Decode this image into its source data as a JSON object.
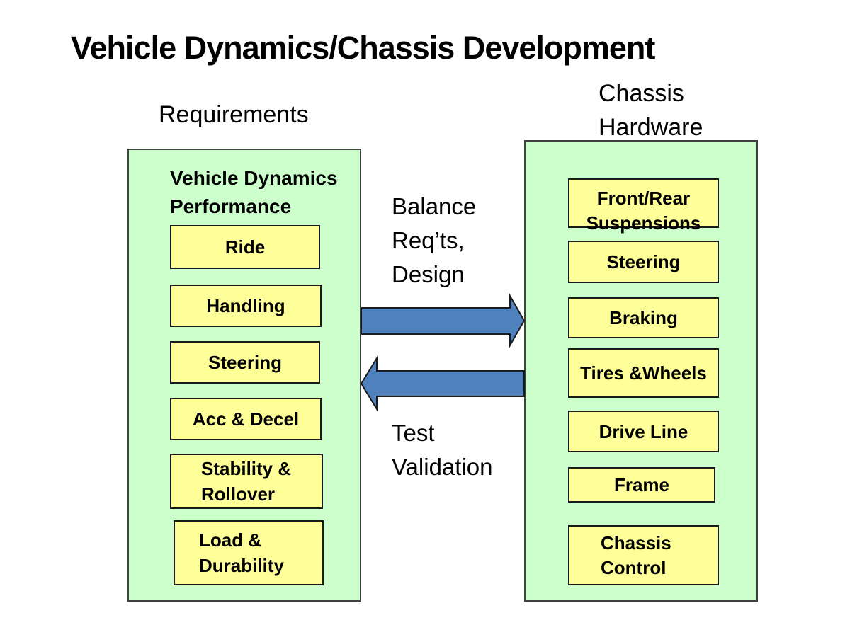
{
  "title": "Vehicle Dynamics/Chassis Development",
  "columns": {
    "left_label": "Requirements",
    "right_label": "Chassis\nHardware"
  },
  "left_panel": {
    "heading": "Vehicle Dynamics\nPerformance",
    "boxes": [
      {
        "label": "Ride"
      },
      {
        "label": "Handling"
      },
      {
        "label": "Steering"
      },
      {
        "label": "Acc & Decel"
      },
      {
        "label": "Stability &\nRollover"
      },
      {
        "label": "Load &\nDurability"
      }
    ]
  },
  "right_panel": {
    "boxes": [
      {
        "label": "Front/Rear\nSuspensions"
      },
      {
        "label": "Steering"
      },
      {
        "label": "Braking"
      },
      {
        "label": "Tires &Wheels"
      },
      {
        "label": "Drive Line"
      },
      {
        "label": "Frame"
      },
      {
        "label": "Chassis\nControl"
      }
    ]
  },
  "center": {
    "top_label": "Balance\nReq’ts,\nDesign",
    "bottom_label": "Test\nValidation"
  },
  "colors": {
    "panel_green": "#ccffcc",
    "box_yellow": "#ffff99",
    "arrow_blue": "#4f81bd",
    "arrow_outline": "#1a1a1a"
  }
}
